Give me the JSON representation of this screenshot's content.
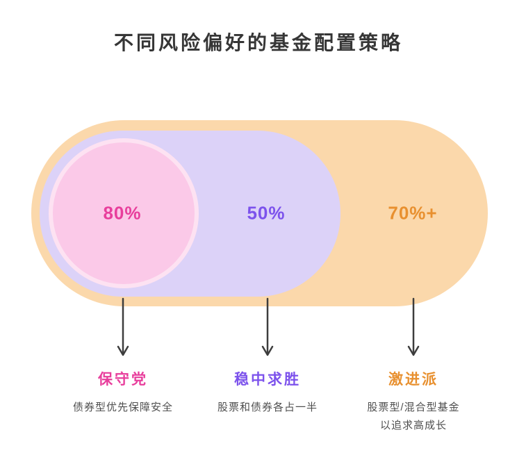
{
  "title": "不同风险偏好的基金配置策略",
  "segments": [
    {
      "id": "conservative",
      "value": "80%",
      "label": "保守党",
      "description": "债券型优先保障安全"
    },
    {
      "id": "balanced",
      "value": "50%",
      "label": "稳中求胜",
      "description": "股票和债券各占一半"
    },
    {
      "id": "aggressive",
      "value": "70%+",
      "label": "激进派",
      "description": "股票型/混合型基金\n以追求高成长"
    }
  ],
  "colors": {
    "outer_pill": "#fbd8ab",
    "middle_pill": "#dcd2f8",
    "inner_circle": "#fbc9e8",
    "inner_circle_border": "#fde2f2",
    "conservative_accent": "#e83e9c",
    "balanced_accent": "#7c52ec",
    "aggressive_accent": "#e8902f",
    "arrow": "#3d3d3d",
    "title_text": "#363636",
    "description_text": "#4f4f4f"
  }
}
